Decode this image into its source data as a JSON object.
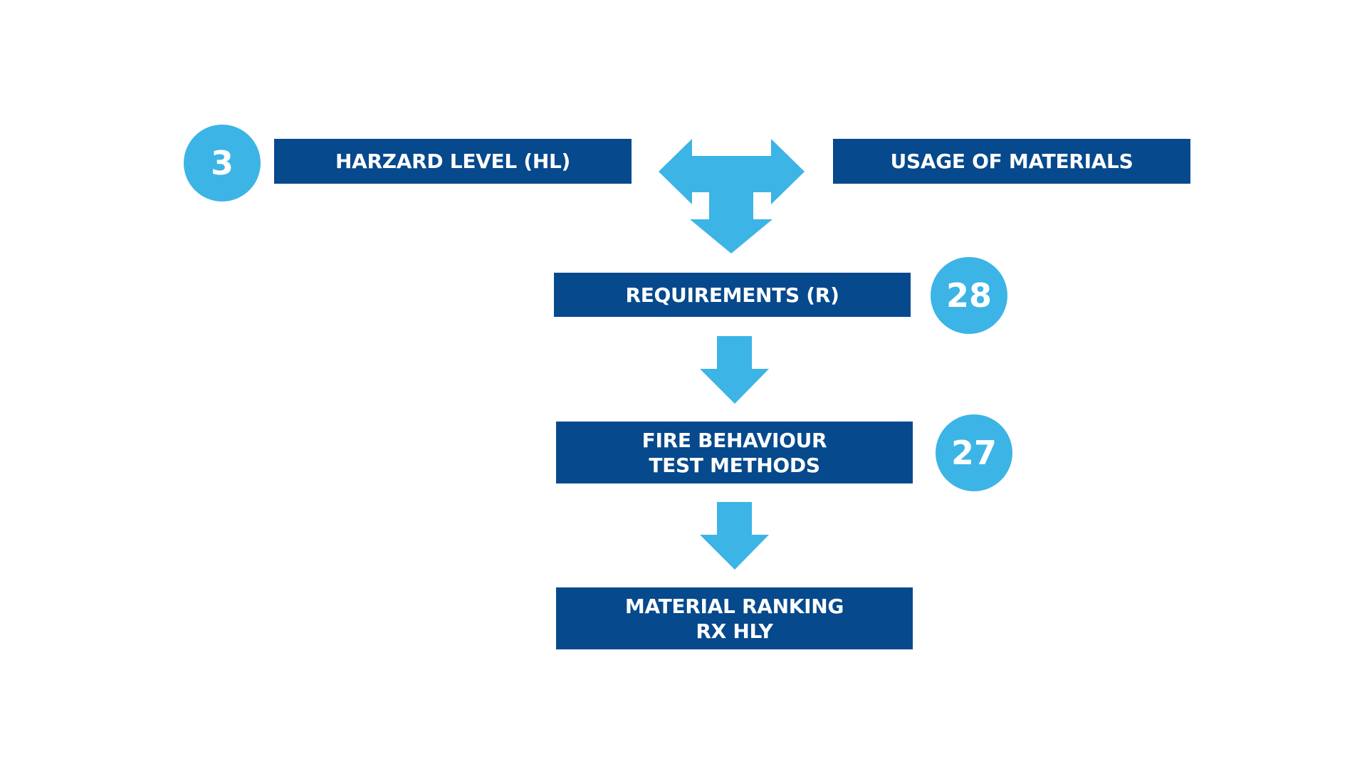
{
  "diagram": {
    "colors": {
      "box_fill": "#06498c",
      "badge_fill": "#3cb4e6",
      "arrow_fill": "#3cb4e6",
      "text": "#ffffff"
    },
    "boxes": {
      "hazard_level": {
        "line1": "HARZARD LEVEL (HL)"
      },
      "usage_of_materials": {
        "line1": "USAGE OF MATERIALS"
      },
      "requirements": {
        "line1": "REQUIREMENTS (R)"
      },
      "fire_behaviour": {
        "line1": "FIRE BEHAVIOUR",
        "line2": "TEST METHODS"
      },
      "material_ranking": {
        "line1": "MATERIAL RANKING",
        "line2": "RX HLY"
      }
    },
    "badges": {
      "hazard_level_count": "3",
      "requirements_count": "28",
      "test_methods_count": "27"
    },
    "arrows": [
      {
        "name": "t-junction-arrow",
        "shape": "double-headed horizontal with downward stem"
      },
      {
        "name": "down-arrow-1",
        "shape": "down"
      },
      {
        "name": "down-arrow-2",
        "shape": "down"
      }
    ]
  }
}
